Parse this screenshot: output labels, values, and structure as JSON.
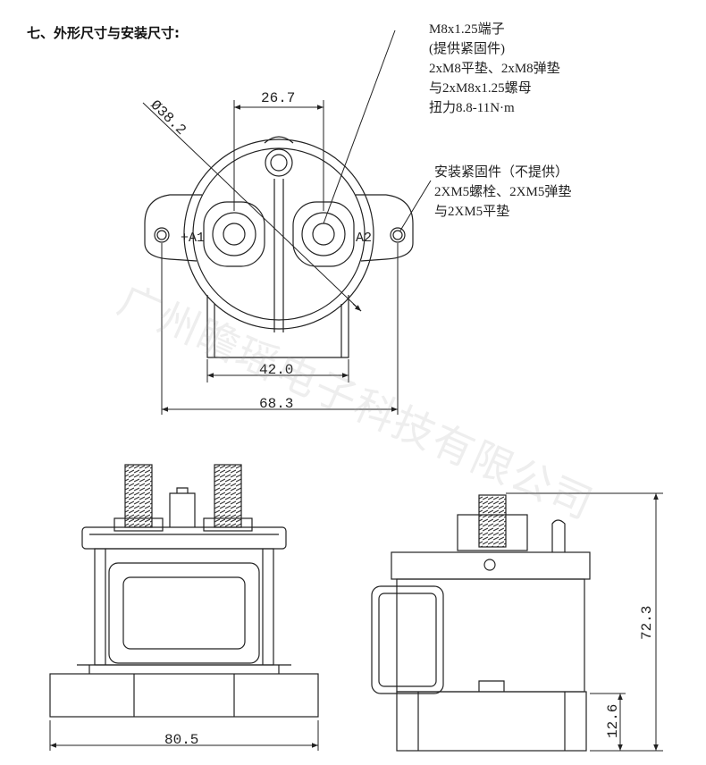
{
  "section_heading": "七、外形尺寸与安装尺寸:",
  "terminal_note": {
    "lines": [
      "M8x1.25端子",
      "(提供紧固件)",
      "2xM8平垫、2xM8弹垫",
      "与2xM8x1.25螺母",
      "扭力8.8-11N·m"
    ]
  },
  "mounting_note": {
    "lines": [
      "安装紧固件（不提供）",
      "2XM5螺栓、2XM5弹垫",
      "与2XM5平垫"
    ]
  },
  "terminals": {
    "a1": "+A1",
    "a2": "A2"
  },
  "dimensions": {
    "terminal_spacing": "26.7",
    "diameter": "Ø38.2",
    "base_width": "42.0",
    "mount_hole_spacing": "68.3",
    "overall_width": "80.5",
    "overall_height": "72.3",
    "flange_height": "12.6"
  },
  "watermark": "广州瞻瑶电子科技有限公司"
}
